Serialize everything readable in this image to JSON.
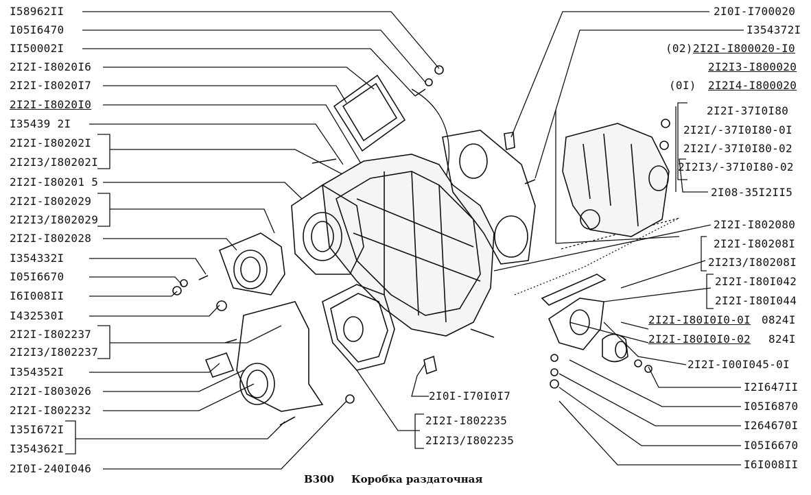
{
  "caption": {
    "code": "B300",
    "title": "Коробка раздаточная"
  },
  "left_labels": [
    {
      "text": "I58962II"
    },
    {
      "text": "I05I6470"
    },
    {
      "text": "II50002I"
    },
    {
      "text": "2I2I-I8020I6"
    },
    {
      "text": "2I2I-I8020I7"
    },
    {
      "text": "2I2I-I8020I0",
      "underlined": true
    },
    {
      "text": "I35439 2I"
    },
    {
      "text": "2I2I-I80202I"
    },
    {
      "text": "2I2I3∕I80202I"
    },
    {
      "text": "2I2I-I80201 5"
    },
    {
      "text": "2I2I-I802029"
    },
    {
      "text": "2I2I3∕I802029"
    },
    {
      "text": "2I2I-I802028"
    },
    {
      "text": "I354332I"
    },
    {
      "text": "I05I6670"
    },
    {
      "text": "I6I008II"
    },
    {
      "text": "I432530I"
    },
    {
      "text": "2I2I-I802237"
    },
    {
      "text": "2I2I3∕I802237"
    },
    {
      "text": "I354352I"
    },
    {
      "text": "2I2I-I803026"
    },
    {
      "text": "2I2I-I802232"
    },
    {
      "text": "I35I672I"
    },
    {
      "text": "I354362I"
    },
    {
      "text": "2I0I-240I046"
    }
  ],
  "right_top_labels": [
    {
      "text": "2I0I-I700020"
    },
    {
      "text": "I354372I"
    },
    {
      "text": "(02)",
      "suffix": "2I2I-I800020-I0"
    },
    {
      "text": "2I2I3-I800020",
      "underlined": true
    },
    {
      "text": "(0I)",
      "suffix": "2I2I4-I800020"
    },
    {
      "text": "2I2I-37I0I80"
    },
    {
      "text": "2I2I∕-37I0I80-0I"
    },
    {
      "text": "2I2I∕-37I0I80-02"
    },
    {
      "text": "2I2I3∕-37I0I80-02"
    },
    {
      "text": "2I08-35I2II5"
    }
  ],
  "right_bottom_labels": [
    {
      "text": "2I2I-I802080"
    },
    {
      "text": "2I2I-I80208I"
    },
    {
      "text": "2I2I3∕I80208I"
    },
    {
      "text": "2I2I-I80I042"
    },
    {
      "text": "2I2I-I80I044"
    },
    {
      "text": "2I2I-I80I0I0-0I",
      "extra": "0824I"
    },
    {
      "text": "2I2I-I80I0I0-02",
      "extra": "824I"
    },
    {
      "text": "2I2I-I00I045-0I"
    },
    {
      "text": "I2I647II"
    },
    {
      "text": "I05I6870"
    },
    {
      "text": "I264670I"
    },
    {
      "text": "I05I6670"
    },
    {
      "text": "I6I008II"
    }
  ],
  "center_labels": [
    {
      "text": "2I0I-I70I0I7"
    },
    {
      "text": "2I2I-I802235"
    },
    {
      "text": "2I2I3∕I802235"
    }
  ]
}
